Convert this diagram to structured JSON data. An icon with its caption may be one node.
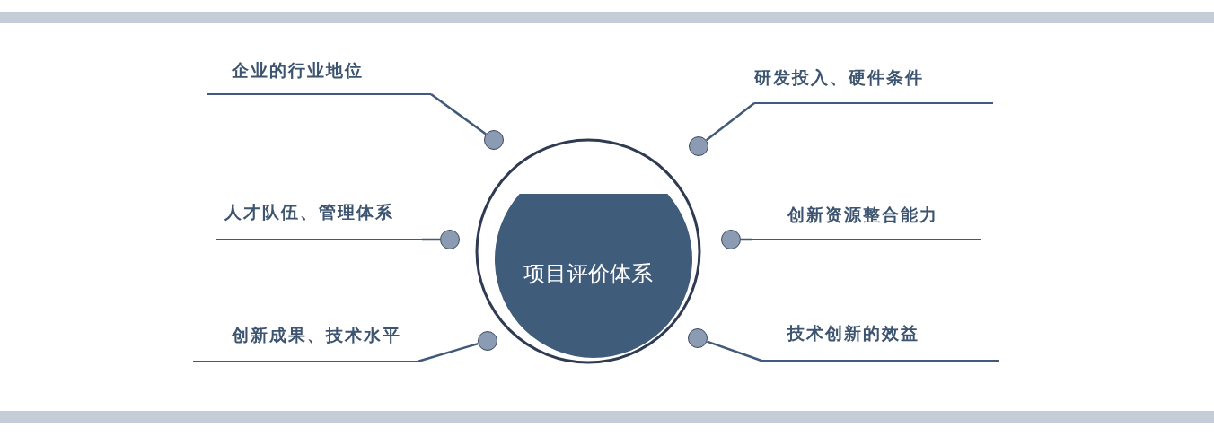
{
  "diagram": {
    "nodes": [
      {
        "text": [
          "项目评价体系"
        ]
      },
      {
        "text": [
          "企业的行业地位"
        ]
      },
      {
        "text": [
          "研发投入、硬件条件"
        ]
      },
      {
        "text": [
          "人才队伍、管理体系"
        ]
      },
      {
        "text": [
          "创新资源整合能力"
        ]
      },
      {
        "text": [
          "创新成果、技术水平"
        ]
      },
      {
        "text": [
          "技术创新的效益"
        ]
      },
      {
        "text": [],
        "shape": "circle"
      },
      {
        "text": [],
        "shape": "circle"
      },
      {
        "text": [],
        "shape": "circle"
      },
      {
        "text": [],
        "shape": "circle"
      },
      {
        "text": [],
        "shape": "circle"
      },
      {
        "text": [],
        "shape": "circle"
      }
    ],
    "edges": [
      {
        "from": 1,
        "to": 7,
        "arrow": "none"
      },
      {
        "from": 2,
        "to": 8,
        "arrow": "none"
      },
      {
        "from": 3,
        "to": 9,
        "arrow": "none"
      },
      {
        "from": 4,
        "to": 10,
        "arrow": "none"
      },
      {
        "from": 5,
        "to": 11,
        "arrow": "none"
      },
      {
        "from": 6,
        "to": 12,
        "arrow": "none"
      }
    ]
  }
}
